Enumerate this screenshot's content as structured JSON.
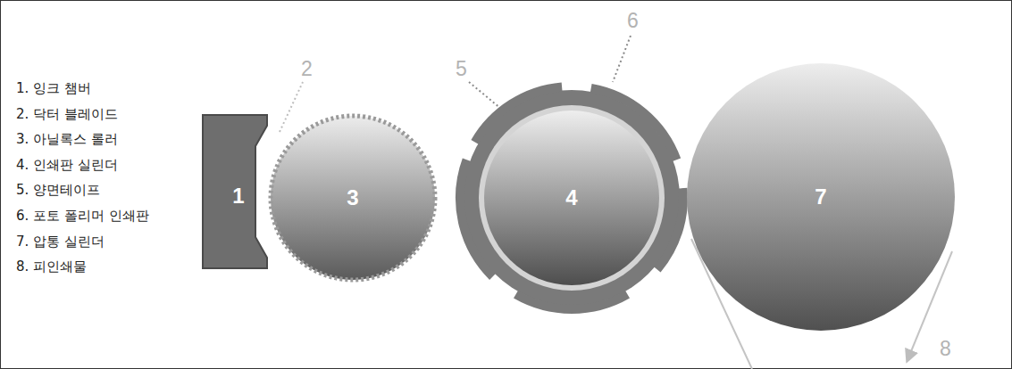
{
  "diagram": {
    "nodes": [
      {
        "text": [
          "1"
        ]
      },
      {
        "text": [
          "3"
        ]
      },
      {
        "text": [
          "4"
        ]
      },
      {
        "text": [
          "7"
        ]
      }
    ],
    "labels": [
      "1. 잉크 챔버",
      "2. 닥터 블레이드",
      "3. 아닐록스 롤러",
      "4. 인쇄판 실린더",
      "5. 양면테이프",
      "6. 포토 폴리머 인쇄판",
      "7. 압통 실린더",
      "8. 피인쇄물",
      "2",
      "5",
      "6",
      "8"
    ]
  }
}
